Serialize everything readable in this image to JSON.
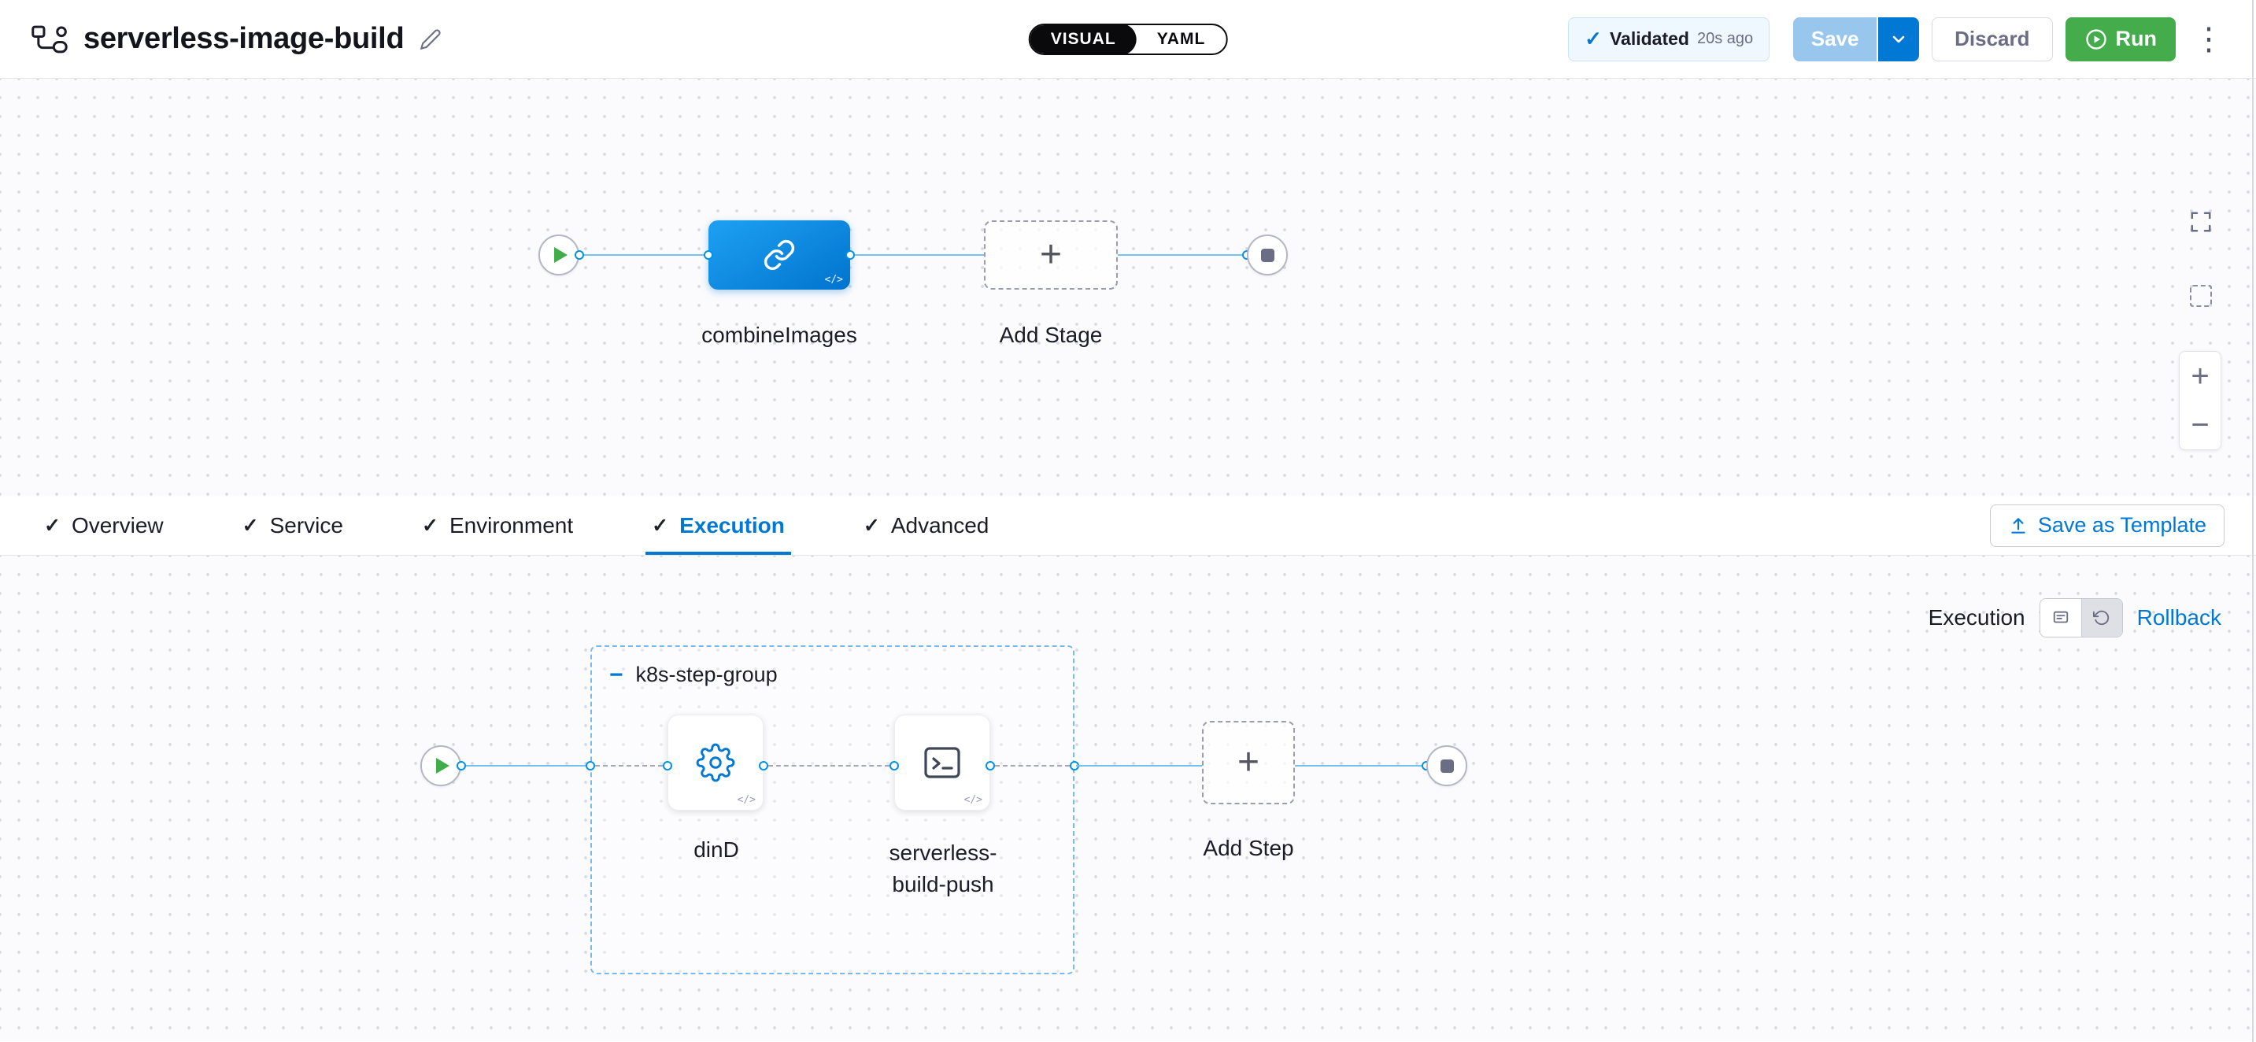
{
  "header": {
    "title": "serverless-image-build",
    "mode_toggle": {
      "visual": "VISUAL",
      "yaml": "YAML"
    },
    "validated_badge": {
      "label": "Validated",
      "time": "20s ago"
    },
    "save_button": "Save",
    "discard_button": "Discard",
    "run_button": "Run"
  },
  "stage_canvas": {
    "stage_name": "combineImages",
    "add_stage": "Add Stage"
  },
  "tabs": {
    "items": [
      {
        "label": "Overview"
      },
      {
        "label": "Service"
      },
      {
        "label": "Environment"
      },
      {
        "label": "Execution"
      },
      {
        "label": "Advanced"
      }
    ],
    "active_tab": "Execution",
    "save_as_template": "Save as Template"
  },
  "execution": {
    "section_label": "Execution",
    "rollback_label": "Rollback",
    "step_group": {
      "name": "k8s-step-group",
      "steps": [
        {
          "name": "dinD"
        },
        {
          "name": "serverless-build-push"
        }
      ]
    },
    "add_step": "Add Step"
  },
  "icons": {
    "check": "✓",
    "plus": "+",
    "minus": "−",
    "kebab": "⋮",
    "code": "</>"
  },
  "colors": {
    "accent_blue": "#0278d5",
    "stage_blue": "#0b8fe4",
    "run_green": "#44ac4b",
    "line_blue": "#74c2ef",
    "connector_blue": "#0092e4",
    "canvas_dot": "#dcdde4",
    "text_dark": "#1c1c28",
    "text_gray": "#6b6d85"
  }
}
